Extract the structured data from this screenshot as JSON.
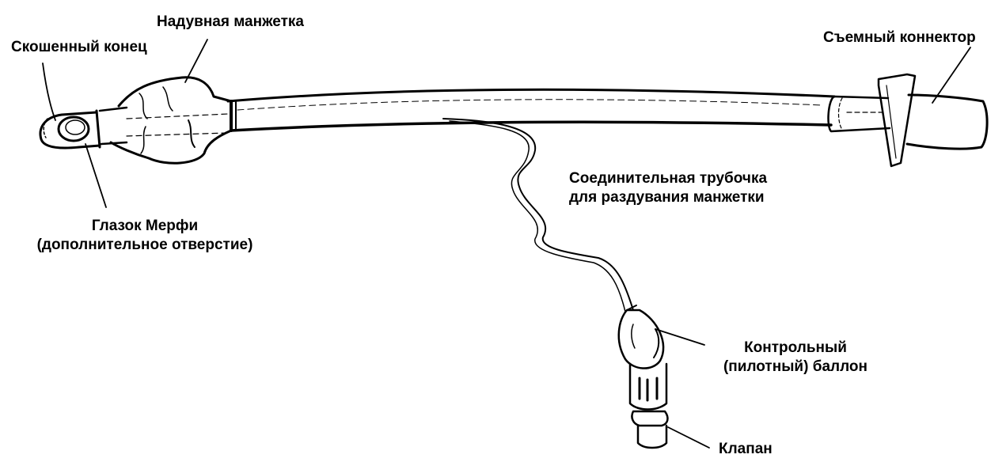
{
  "labels": {
    "beveled_tip": "Скошенный конец",
    "inflatable_cuff": "Надувная манжетка",
    "removable_connector": "Съемный коннектор",
    "inflation_line": {
      "line1": "Соединительная трубочка",
      "line2": "для раздувания манжетки"
    },
    "murphy_eye": {
      "line1": "Глазок Мерфи",
      "line2": "(дополнительное отверстие)"
    },
    "pilot_balloon": {
      "line1": "Контрольный",
      "line2": "(пилотный) баллон"
    },
    "valve": "Клапан"
  },
  "colors": {
    "ink": "#000000",
    "paper": "#ffffff"
  }
}
